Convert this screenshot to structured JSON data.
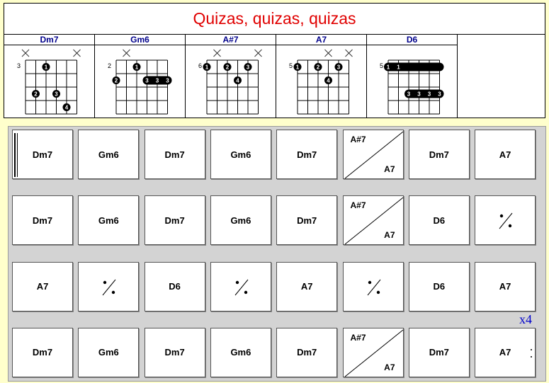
{
  "title": "Quizas, quizas, quizas",
  "colors": {
    "title": "#e00000",
    "chord_name": "#00008b",
    "page_bg": "#ffffcc",
    "grid_bg": "#d3d3d3",
    "repeat_count": "#0000cc"
  },
  "chord_diagrams": [
    {
      "name": "Dm7",
      "fret_label": "3",
      "muted": [
        1,
        6
      ],
      "dots": [
        {
          "string": 3,
          "fret": 1,
          "finger": "1"
        },
        {
          "string": 2,
          "fret": 3,
          "finger": "2"
        },
        {
          "string": 4,
          "fret": 3,
          "finger": "3"
        },
        {
          "string": 5,
          "fret": 4,
          "finger": "4"
        }
      ],
      "barre": null
    },
    {
      "name": "Gm6",
      "fret_label": "2",
      "muted": [
        2
      ],
      "dots": [
        {
          "string": 3,
          "fret": 1,
          "finger": "1"
        },
        {
          "string": 1,
          "fret": 2,
          "finger": "2"
        }
      ],
      "barre": {
        "from": 4,
        "to": 6,
        "fret": 2,
        "fingers": [
          "3",
          "3",
          "3"
        ]
      }
    },
    {
      "name": "A#7",
      "fret_label": "6",
      "muted": [
        2,
        6
      ],
      "dots": [
        {
          "string": 1,
          "fret": 1,
          "finger": "1"
        },
        {
          "string": 3,
          "fret": 1,
          "finger": "2"
        },
        {
          "string": 5,
          "fret": 1,
          "finger": "3"
        },
        {
          "string": 4,
          "fret": 2,
          "finger": "4"
        }
      ],
      "barre": null
    },
    {
      "name": "A7",
      "fret_label": "5",
      "muted": [
        4,
        6
      ],
      "dots": [
        {
          "string": 1,
          "fret": 1,
          "finger": "1"
        },
        {
          "string": 3,
          "fret": 1,
          "finger": "2"
        },
        {
          "string": 5,
          "fret": 1,
          "finger": "3"
        },
        {
          "string": 4,
          "fret": 2,
          "finger": "4"
        }
      ],
      "barre": null
    },
    {
      "name": "D6",
      "fret_label": "5",
      "muted": [],
      "dots": [],
      "barre_full": {
        "from": 1,
        "to": 6,
        "fret": 1,
        "fingers": [
          "1",
          "1"
        ]
      },
      "barre": {
        "from": 3,
        "to": 6,
        "fret": 3,
        "fingers": [
          "3",
          "3",
          "3",
          "3"
        ]
      }
    }
  ],
  "grid": {
    "repeat_count": "x4",
    "rows": [
      [
        {
          "chord": "Dm7"
        },
        {
          "chord": "Gm6"
        },
        {
          "chord": "Dm7"
        },
        {
          "chord": "Gm6"
        },
        {
          "chord": "Dm7"
        },
        {
          "split": [
            "A#7",
            "A7"
          ]
        },
        {
          "chord": "Dm7"
        },
        {
          "chord": "A7"
        }
      ],
      [
        {
          "chord": "Dm7"
        },
        {
          "chord": "Gm6"
        },
        {
          "chord": "Dm7"
        },
        {
          "chord": "Gm6"
        },
        {
          "chord": "Dm7"
        },
        {
          "split": [
            "A#7",
            "A7"
          ]
        },
        {
          "chord": "D6"
        },
        {
          "repeat": true
        }
      ],
      [
        {
          "chord": "A7"
        },
        {
          "repeat": true
        },
        {
          "chord": "D6"
        },
        {
          "repeat": true
        },
        {
          "chord": "A7"
        },
        {
          "repeat": true
        },
        {
          "chord": "D6"
        },
        {
          "chord": "A7"
        }
      ],
      [
        {
          "chord": "Dm7"
        },
        {
          "chord": "Gm6"
        },
        {
          "chord": "Dm7"
        },
        {
          "chord": "Gm6"
        },
        {
          "chord": "Dm7"
        },
        {
          "split": [
            "A#7",
            "A7"
          ]
        },
        {
          "chord": "Dm7"
        },
        {
          "chord": "A7"
        }
      ]
    ]
  }
}
